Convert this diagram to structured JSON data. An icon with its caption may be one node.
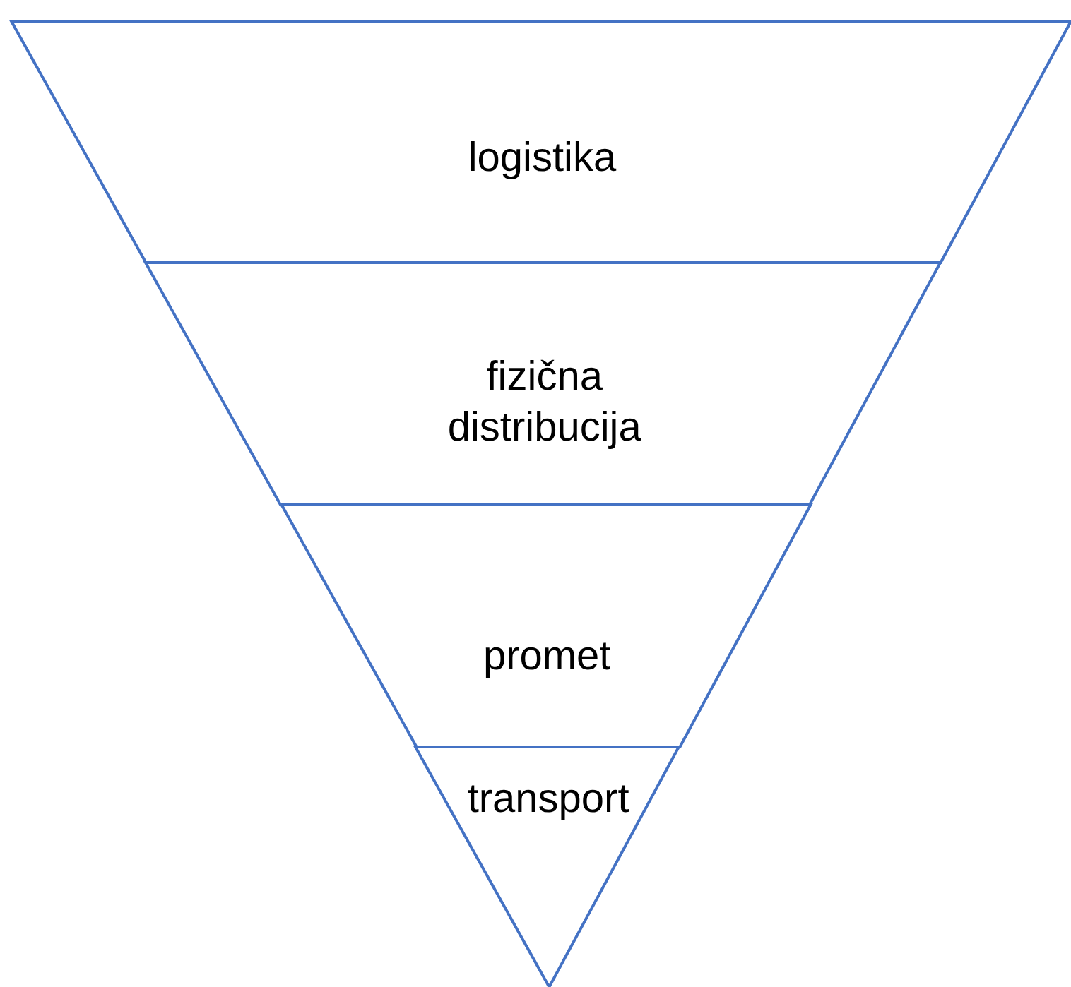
{
  "diagram": {
    "nodes": [
      {
        "text": [
          "logistika"
        ]
      },
      {
        "text": [
          "fizična distribucija"
        ]
      },
      {
        "text": [
          "promet"
        ]
      },
      {
        "text": [
          "transport"
        ]
      }
    ]
  }
}
